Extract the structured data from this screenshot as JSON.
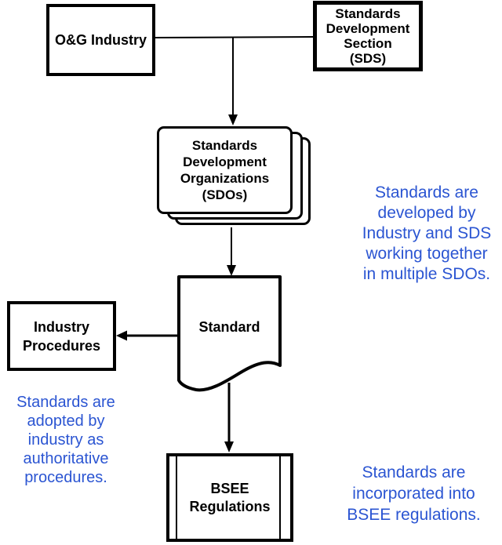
{
  "colors": {
    "line": "#000000",
    "box_fill": "#ffffff",
    "annotation_text": "#2b55d2",
    "background": "#ffffff"
  },
  "nodes": {
    "og_industry": {
      "label": "O&G Industry"
    },
    "sds": {
      "label": "Standards\nDevelopment\nSection\n(SDS)"
    },
    "sdos": {
      "label": "Standards\nDevelopment\nOrganizations\n(SDOs)"
    },
    "standard": {
      "label": "Standard"
    },
    "industry_procedures": {
      "label": "Industry\nProcedures"
    },
    "bsee_regulations": {
      "label": "BSEE\nRegulations"
    }
  },
  "annotations": {
    "developed": {
      "text": "Standards are\ndeveloped by\nIndustry and SDS\nworking together\nin multiple SDOs."
    },
    "adopted": {
      "text": "Standards are\nadopted by\nindustry as\nauthoritative\nprocedures."
    },
    "incorporated": {
      "text": "Standards are\nincorporated into\nBSEE regulations."
    }
  }
}
